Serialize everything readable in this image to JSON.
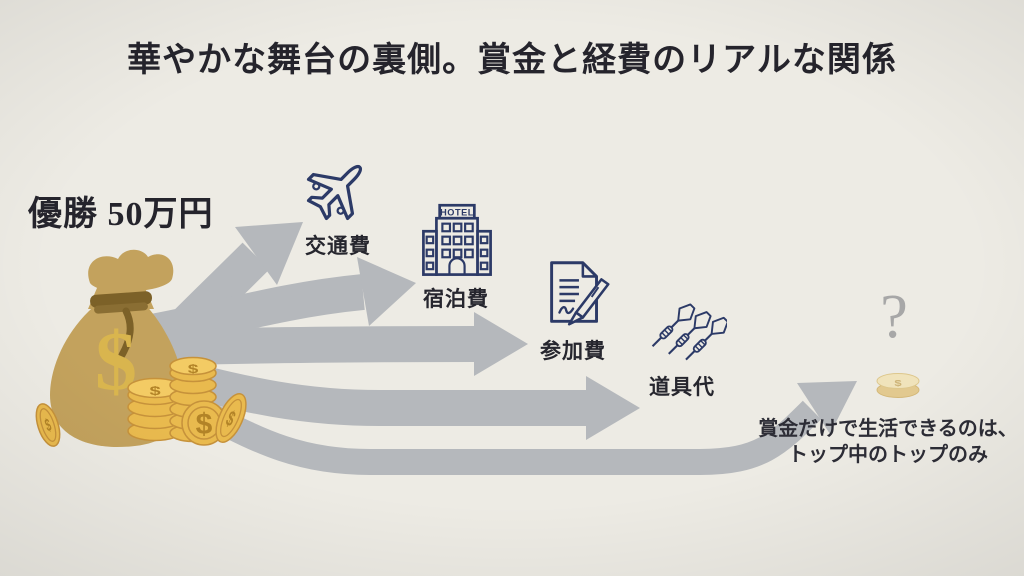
{
  "title": "華やかな舞台の裏側。賞金と経費のリアルな関係",
  "prize_label": "優勝 50万円",
  "money_symbol": "$",
  "hotel_sign_text": "HOTEL",
  "expenses": [
    {
      "label": "交通費",
      "icon": "airplane-icon"
    },
    {
      "label": "宿泊費",
      "icon": "hotel-icon"
    },
    {
      "label": "参加費",
      "icon": "document-pen-icon"
    },
    {
      "label": "道具代",
      "icon": "darts-icon"
    }
  ],
  "outcome": {
    "symbol": "?",
    "caption_line1": "賞金だけで生活できるのは、",
    "caption_line2": "トップ中のトップのみ"
  },
  "colors": {
    "background": "#edebe4",
    "arrow_gray": "#b5b8bc",
    "icon_navy": "#2c3a67",
    "text_dark": "#26262e",
    "title_dark": "#25242c",
    "bag_tan": "#c3a25d",
    "tie_brown": "#7c6128",
    "coin_gold": "#e9ba4e",
    "coin_rim": "#c6923b",
    "coin_face": "#f3cb64",
    "coin_symbol": "#b28327",
    "bag_dollar": "#d9b54e",
    "pale_coin": "#f0e3bb",
    "question_gray": "#a7a7a7"
  }
}
